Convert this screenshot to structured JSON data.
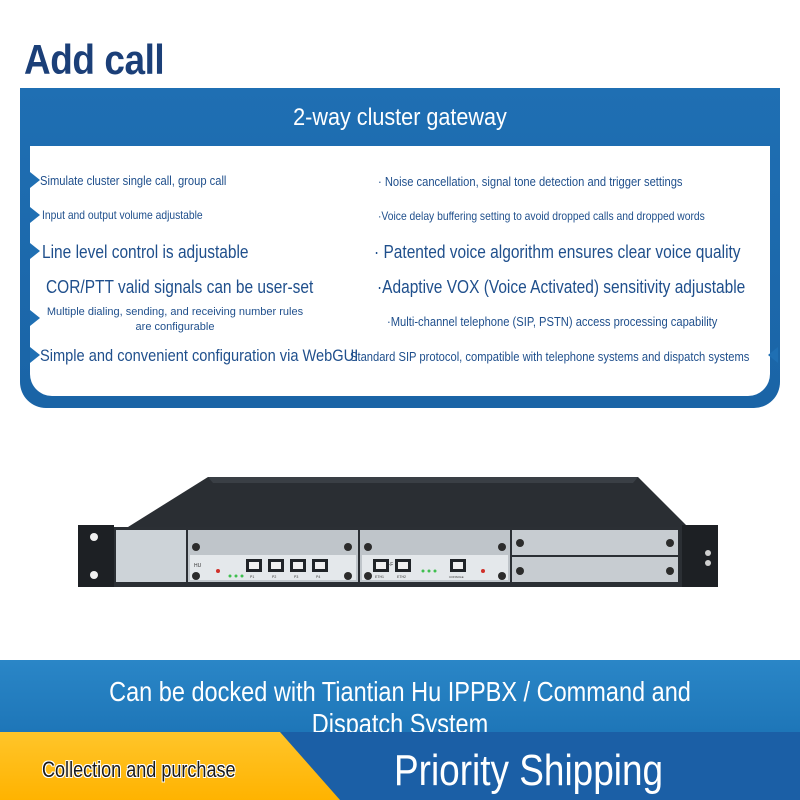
{
  "page": {
    "title": "Add call"
  },
  "panel": {
    "heading": "2-way cluster gateway",
    "left_features": [
      "Simulate cluster single call, group call",
      "Input and output volume adjustable",
      "Line level control is adjustable",
      "COR/PTT valid signals can be user-set",
      "Multiple dialing, sending, and receiving number rules are configurable",
      "Simple and convenient configuration via WebGUI"
    ],
    "right_features": [
      "· Noise cancellation, signal tone detection and trigger settings",
      "·Voice delay buffering setting to avoid dropped calls and dropped words",
      "· Patented voice algorithm ensures clear voice quality",
      "·Adaptive VOX (Voice Activated) sensitivity adjustable",
      "·Multi-channel telephone (SIP, PSTN) access processing capability",
      "Standard SIP protocol, compatible with telephone systems and dispatch systems"
    ]
  },
  "device": {
    "module1_label": "HU",
    "module2_label": "CSU-F",
    "port_labels": [
      "P1",
      "P2",
      "P3",
      "P4"
    ],
    "eth_labels": [
      "ETH1",
      "ETH2"
    ],
    "console_label": "CONSOLE"
  },
  "banner": {
    "text": "Can be docked with Tiantian Hu IPPBX / Command and Dispatch System"
  },
  "footer": {
    "collect_label": "Collection and purchase",
    "priority_label": "Priority Shipping"
  },
  "colors": {
    "title": "#1b3f78",
    "panel_blue": "#1f6fb3",
    "feature_text": "#1f4f8c",
    "band_blue": "#1e76b8",
    "footer_blue": "#1b5fa6",
    "yellow": "#ffb300"
  }
}
